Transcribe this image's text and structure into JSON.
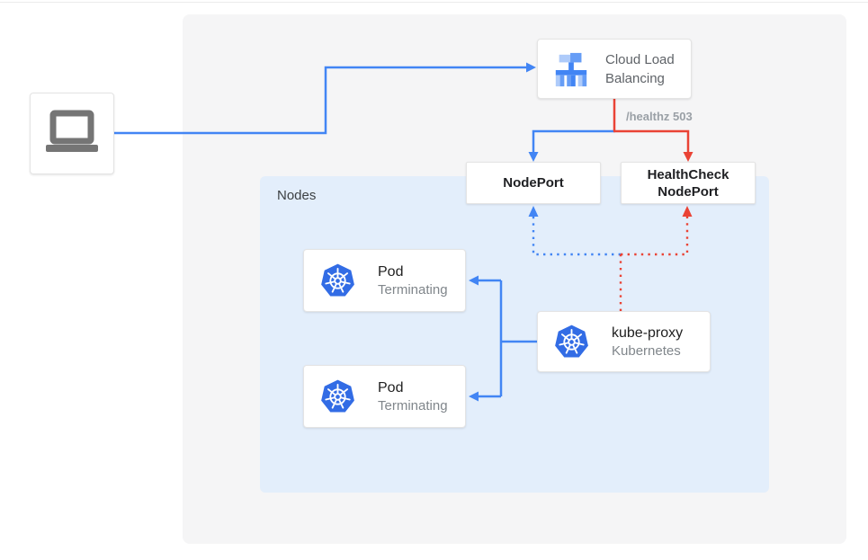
{
  "diagram": {
    "client": {
      "icon": "laptop-icon"
    },
    "cloud_load_balancing": {
      "label": "Cloud Load Balancing",
      "icon": "load-balancer-icon"
    },
    "healthz_label": "/healthz 503",
    "nodeport": {
      "label": "NodePort"
    },
    "healthcheck_nodeport": {
      "label": "HealthCheck NodePort"
    },
    "nodes_group": {
      "label": "Nodes"
    },
    "pods": [
      {
        "title": "Pod",
        "subtitle": "Terminating",
        "icon": "kubernetes-icon"
      },
      {
        "title": "Pod",
        "subtitle": "Terminating",
        "icon": "kubernetes-icon"
      }
    ],
    "kube_proxy": {
      "title": "kube-proxy",
      "subtitle": "Kubernetes",
      "icon": "kubernetes-icon"
    }
  },
  "colors": {
    "traffic_blue": "#4285f4",
    "healthcheck_red": "#ea4335",
    "nodes_panel_bg": "#e3eefb",
    "outer_panel_bg": "#f5f5f6",
    "kubernetes_blue": "#326ce5",
    "gcp_icon_blue": "#4285f4",
    "gcp_icon_mid_blue": "#669df6",
    "gcp_icon_light_blue": "#aecbfa",
    "laptop_gray": "#757575",
    "muted_text": "#80868b",
    "dark_text": "#202124"
  }
}
